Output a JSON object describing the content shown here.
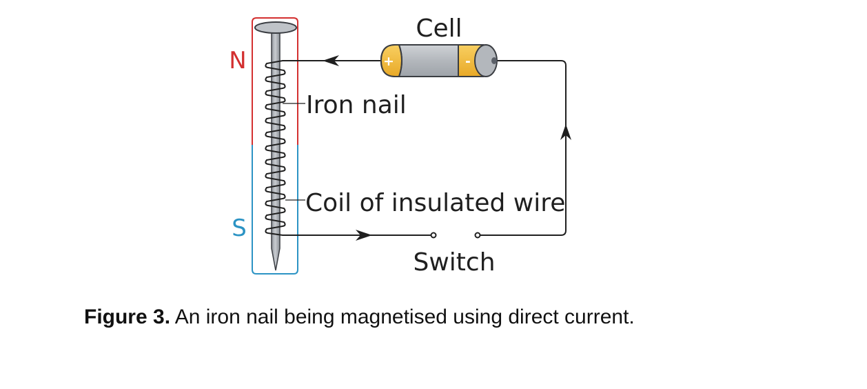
{
  "labels": {
    "north_pole": "N",
    "south_pole": "S",
    "cell": "Cell",
    "iron_nail": "Iron nail",
    "coil": "Coil of insulated wire",
    "switch": "Switch",
    "positive_terminal": "+",
    "negative_terminal": "-"
  },
  "caption": {
    "figure_number": "Figure 3.",
    "text": " An iron nail being magnetised using direct current."
  },
  "colors": {
    "north": "#d32f2f",
    "south": "#2b93c4",
    "wire": "#1f1f1f",
    "nail": "#a9adb3",
    "cell_body": "#b9bcc1",
    "cell_terminal": "#f3bd3c"
  }
}
